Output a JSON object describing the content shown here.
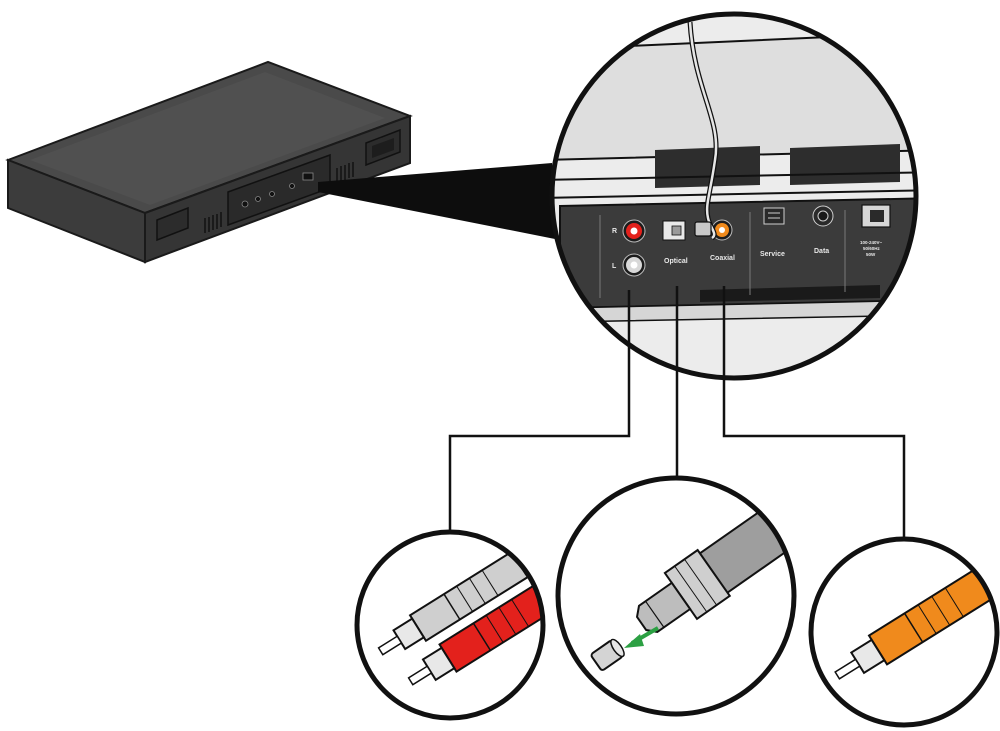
{
  "panel": {
    "labels": {
      "right": "R",
      "left": "L",
      "optical": "Optical",
      "coaxial": "Coaxial",
      "service": "Service",
      "data": "Data",
      "power_line1": "100-240V~",
      "power_line2": "50/60Hz",
      "power_line3": "50W"
    }
  },
  "colors": {
    "rca_red": "#e3211c",
    "rca_white": "#d8d8d8",
    "coaxial_orange": "#f08a1c",
    "arrow_green": "#2ca043",
    "panel_dark": "#3b3b3b"
  },
  "icons": {
    "device": "console-device",
    "zoom": "magnifier-callout",
    "cable_rca": "rca-stereo-plugs",
    "cable_optical": "optical-toslink-plug",
    "cable_coaxial": "coaxial-rca-plug"
  }
}
